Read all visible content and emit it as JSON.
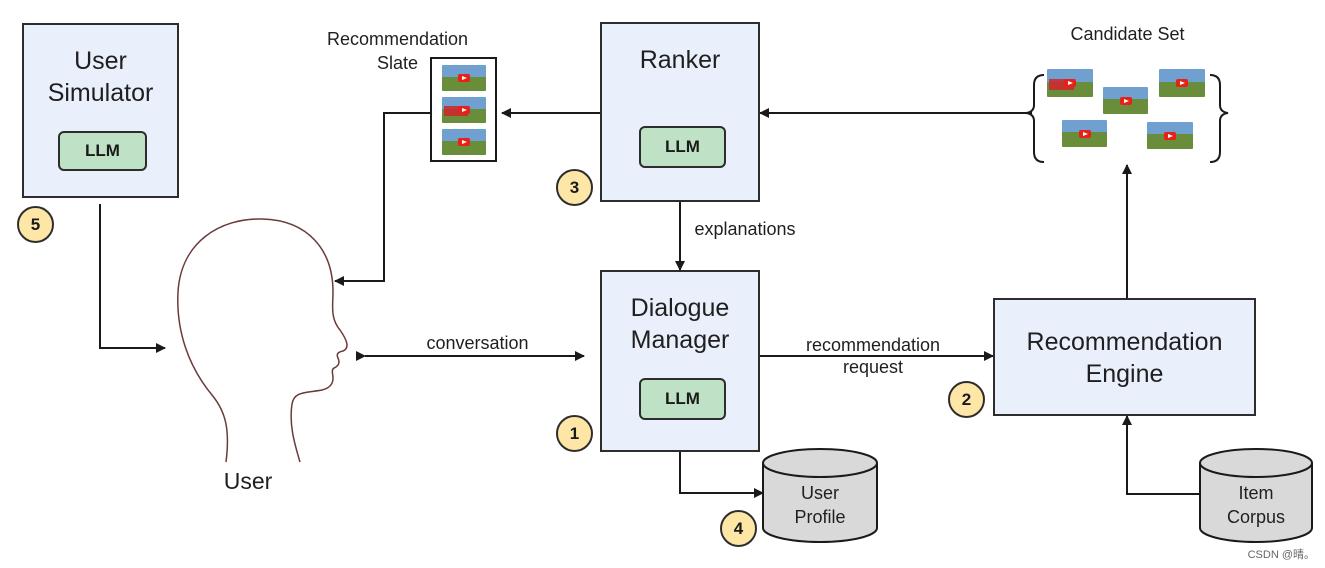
{
  "boxes": {
    "user_simulator": "User\nSimulator",
    "ranker": "Ranker",
    "dialogue_manager": "Dialogue\nManager",
    "recommendation_engine": "Recommendation\nEngine"
  },
  "llm_label": "LLM",
  "badges": {
    "b1": "1",
    "b2": "2",
    "b3": "3",
    "b4": "4",
    "b5": "5"
  },
  "labels": {
    "recommendation_slate": "Recommendation\nSlate",
    "candidate_set": "Candidate Set",
    "explanations": "explanations",
    "conversation": "conversation",
    "recommendation_request": "recommendation\nrequest",
    "user": "User"
  },
  "databases": {
    "user_profile": "User\nProfile",
    "item_corpus": "Item\nCorpus"
  },
  "watermark": "CSDN @晴。",
  "colors": {
    "box_fill": "#e9effb",
    "llm_fill": "#bfe2c6",
    "badge_fill": "#fde6a6",
    "db_fill": "#d9d9d9"
  }
}
